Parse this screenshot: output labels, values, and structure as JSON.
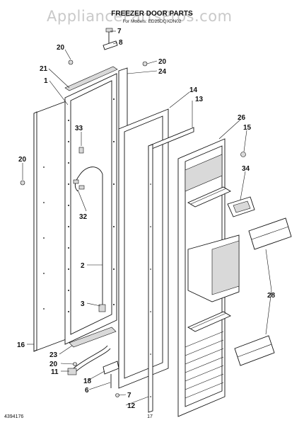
{
  "watermark": "AppliancePartsPros.com",
  "header": {
    "title": "FREEZER DOOR PARTS",
    "subtitle": "For Models: ED25DQXDN02"
  },
  "callouts": {
    "c1": "1",
    "c2": "2",
    "c3": "3",
    "c6": "6",
    "c7a": "7",
    "c7b": "7",
    "c8": "8",
    "c11": "11",
    "c12": "12",
    "c13": "13",
    "c14": "14",
    "c15": "15",
    "c16": "16",
    "c18": "18",
    "c20a": "20",
    "c20b": "20",
    "c20c": "20",
    "c20d": "20",
    "c21": "21",
    "c23": "23",
    "c24": "24",
    "c26": "26",
    "c28": "28",
    "c32": "32",
    "c33": "33",
    "c34": "34"
  },
  "footer": {
    "part_number": "4394176",
    "page": "17"
  }
}
